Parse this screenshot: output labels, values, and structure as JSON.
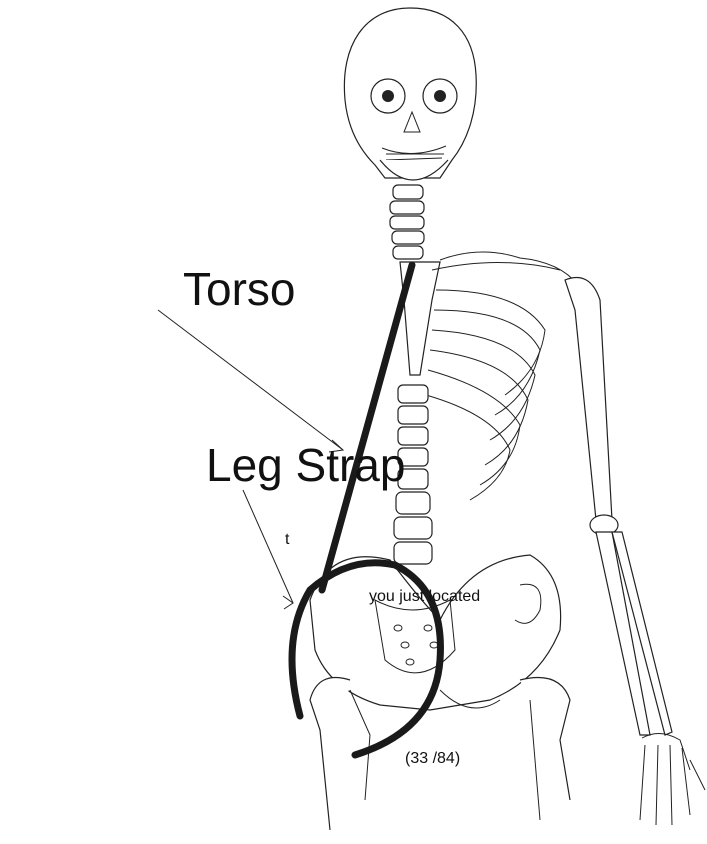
{
  "labels": {
    "torso": "Torso",
    "leg_strap": "Leg Strap"
  },
  "notes": {
    "fragment": "t",
    "located": "you just located",
    "counter": "(33 /84)"
  },
  "colors": {
    "strap": "#1a1a1a",
    "outline": "#222222",
    "background": "#ffffff"
  }
}
